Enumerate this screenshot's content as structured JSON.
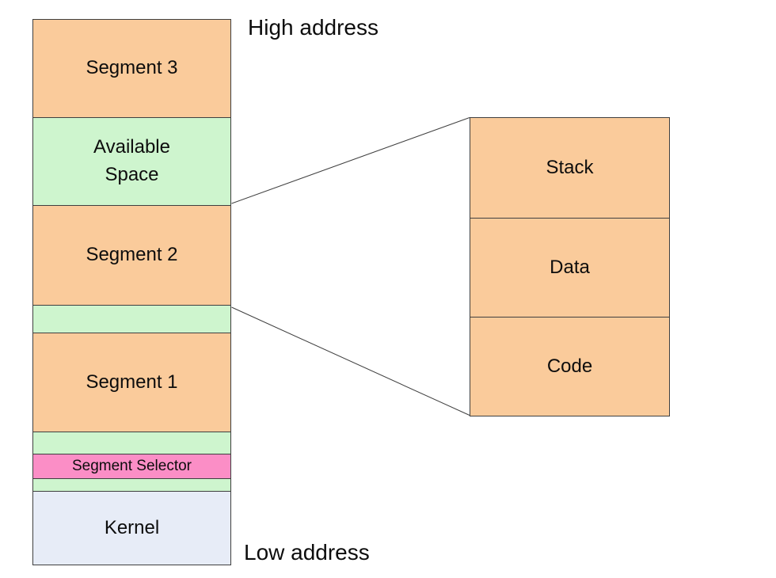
{
  "colors": {
    "segment_fill": "#facb9b",
    "free_fill": "#cef5ce",
    "selector_fill": "#fb8ec6",
    "kernel_fill": "#e7ecf7",
    "border": "#3f3f3f",
    "background": "#ffffff",
    "text": "#0d0d0d"
  },
  "address_labels": {
    "high": "High address",
    "low": "Low address"
  },
  "memory_column": {
    "segments": [
      {
        "id": "segment-3",
        "label": "Segment 3",
        "kind": "segment"
      },
      {
        "id": "available-space",
        "label": "Available\nSpace",
        "kind": "free"
      },
      {
        "id": "segment-2",
        "label": "Segment 2",
        "kind": "segment"
      },
      {
        "id": "free-gap-upper",
        "label": "",
        "kind": "free"
      },
      {
        "id": "segment-1",
        "label": "Segment 1",
        "kind": "segment"
      },
      {
        "id": "free-gap-middle",
        "label": "",
        "kind": "free"
      },
      {
        "id": "segment-selector",
        "label": "Segment Selector",
        "kind": "selector"
      },
      {
        "id": "free-gap-lower",
        "label": "",
        "kind": "free"
      },
      {
        "id": "kernel",
        "label": "Kernel",
        "kind": "kernel"
      }
    ]
  },
  "segment_detail": {
    "sections": [
      {
        "id": "stack",
        "label": "Stack"
      },
      {
        "id": "data",
        "label": "Data"
      },
      {
        "id": "code",
        "label": "Code"
      }
    ]
  }
}
